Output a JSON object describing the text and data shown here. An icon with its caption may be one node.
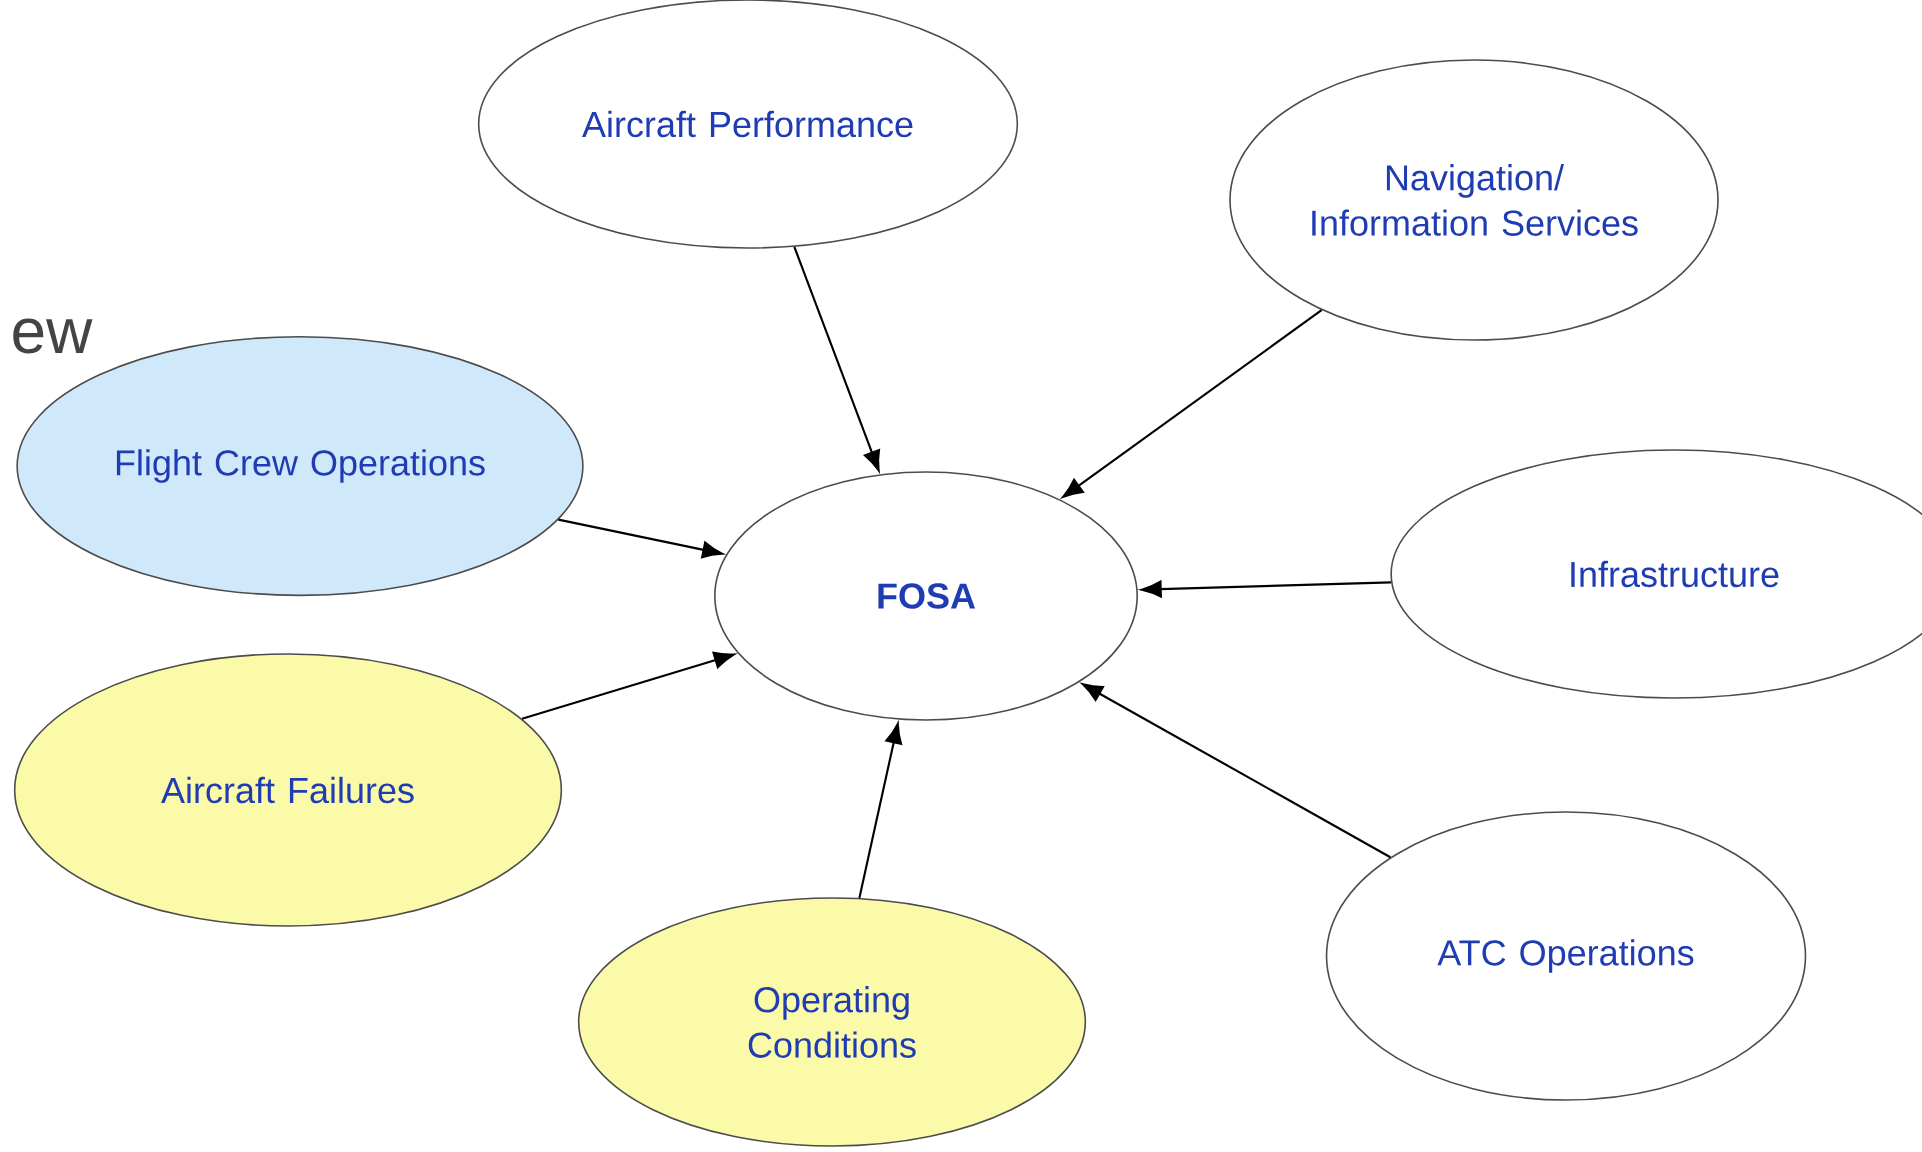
{
  "diagram": {
    "nodes": [
      {
        "text": [
          "FOSA"
        ]
      },
      {
        "text": [
          "Aircraft Performance"
        ]
      },
      {
        "text": [
          "Navigation/ Information Services"
        ]
      },
      {
        "text": [
          "Flight Crew Operations"
        ]
      },
      {
        "text": [
          "Infrastructure"
        ]
      },
      {
        "text": [
          "Aircraft Failures"
        ]
      },
      {
        "text": [
          "Operating Conditions"
        ]
      },
      {
        "text": [
          "ATC Operations"
        ]
      }
    ],
    "edges": [
      {
        "from": 1,
        "to": 0,
        "arrow": "to"
      },
      {
        "from": 2,
        "to": 0,
        "arrow": "to"
      },
      {
        "from": 3,
        "to": 0,
        "arrow": "to"
      },
      {
        "from": 4,
        "to": 0,
        "arrow": "to"
      },
      {
        "from": 5,
        "to": 0,
        "arrow": "to"
      },
      {
        "from": 6,
        "to": 0,
        "arrow": "to"
      },
      {
        "from": 7,
        "to": 0,
        "arrow": "to"
      }
    ],
    "labels": [
      "ew"
    ]
  }
}
